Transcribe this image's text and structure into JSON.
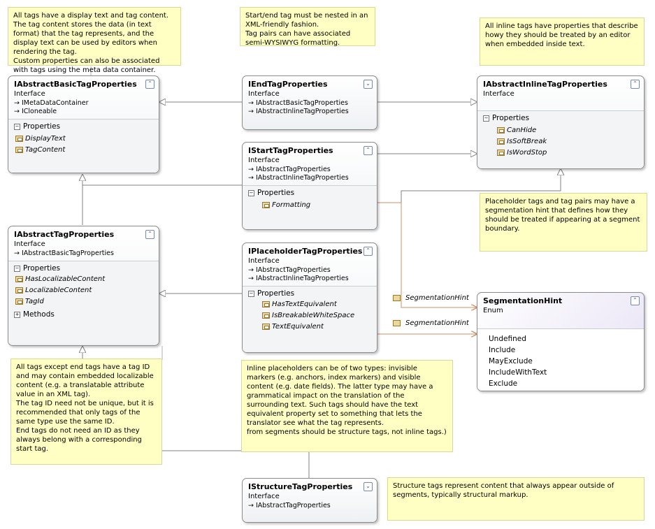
{
  "notes": {
    "basic": "All tags have a display text and tag content. The tag content stores the data (in text format) that the tag represents, and the display text can be used by editors when rendering the tag.\nCustom properties can also be associated with tags using the meta data container.",
    "startend": "Start/end tag must be nested in an XML-friendly fashion.\nTag pairs can have associated semi-WYSIWYG formatting.",
    "inline": "All inline tags have properties that describe howy they should be treated by an editor when embedded inside text.",
    "segmentation": "Placeholder tags and tag pairs may have a segmentation hint that defines how they should be treated if appearing at a segment boundary.",
    "tagid": "All tags except end tags have a tag ID and may contain embedded localizable content (e.g. a translatable attribute value in an XML tag).\nThe tag ID need not be unique, but it is recommended that only tags of the same type use the same ID.\nEnd tags do not need an ID as they always belong with a corresponding start tag.",
    "placeholder": "Inline placeholders can be of two types: invisible markers (e.g. anchors, index markers) and visible content (e.g. date fields). The latter type may have a grammatical impact on the translation of the surrounding text. Such tags should have the text equivalent property set to something that lets the translator see what the tag represents.\nfrom segments should be structure tags, not inline tags.)",
    "structure": "Structure tags represent content that always appear outside of segments, typically structural markup."
  },
  "classes": {
    "basic": {
      "name": "IAbstractBasicTagProperties",
      "stereo": "Interface",
      "inherits": [
        "IMetaDataContainer",
        "ICloneable"
      ],
      "section": "Properties",
      "props": [
        "DisplayText",
        "TagContent"
      ]
    },
    "end": {
      "name": "IEndTagProperties",
      "stereo": "Interface",
      "inherits": [
        "IAbstractBasicTagProperties",
        "IAbstractInlineTagProperties"
      ]
    },
    "inline": {
      "name": "IAbstractInlineTagProperties",
      "stereo": "Interface",
      "section": "Properties",
      "props": [
        "CanHide",
        "IsSoftBreak",
        "IsWordStop"
      ]
    },
    "start": {
      "name": "IStartTagProperties",
      "stereo": "Interface",
      "inherits": [
        "IAbstractTagProperties",
        "IAbstractInlineTagProperties"
      ],
      "section": "Properties",
      "props": [
        "Formatting"
      ]
    },
    "abstract": {
      "name": "IAbstractTagProperties",
      "stereo": "Interface",
      "inherits": [
        "IAbstractBasicTagProperties"
      ],
      "section": "Properties",
      "props": [
        "HasLocalizableContent",
        "LocalizableContent",
        "TagId"
      ],
      "section2": "Methods"
    },
    "placeholder": {
      "name": "IPlaceholderTagProperties",
      "stereo": "Interface",
      "inherits": [
        "IAbstractTagProperties",
        "IAbstractInlineTagProperties"
      ],
      "section": "Properties",
      "props": [
        "HasTextEquivalent",
        "IsBreakableWhiteSpace",
        "TextEquivalent"
      ]
    },
    "segenum": {
      "name": "SegmentationHint",
      "stereo": "Enum",
      "values": [
        "Undefined",
        "Include",
        "MayExclude",
        "IncludeWithText",
        "Exclude"
      ]
    },
    "structure": {
      "name": "IStructureTagProperties",
      "stereo": "Interface",
      "inherits": [
        "IAbstractTagProperties"
      ]
    }
  },
  "associations": [
    "SegmentationHint",
    "SegmentationHint"
  ],
  "icons": {
    "inherit": "arrow-icon",
    "property": "property-icon",
    "collapse_up": "chevron-up-icon",
    "collapse_down": "chevron-down-icon"
  },
  "colors": {
    "note_bg": "#ffffc4",
    "enum_bg": "#e6e0f4",
    "assoc_line": "#c8906a",
    "inherit_line": "#808080"
  }
}
